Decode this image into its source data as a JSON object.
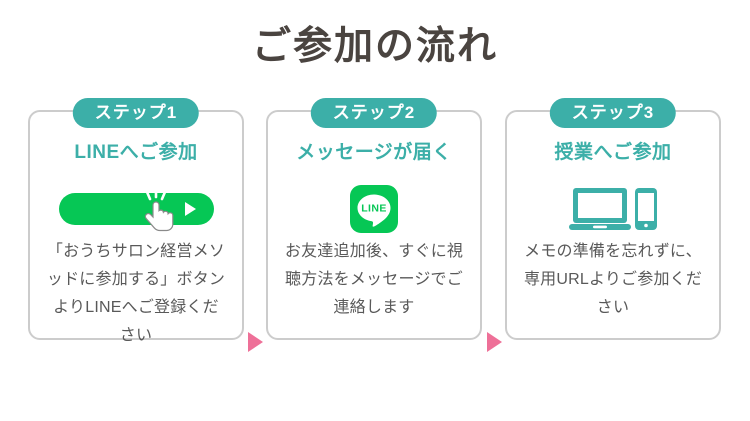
{
  "header": {
    "title": "ご参加の流れ"
  },
  "colors": {
    "teal": "#3cafa8",
    "line_green": "#06c755",
    "pink_arrow": "#ee7098",
    "title_text": "#4a4440",
    "body_text": "#595959",
    "card_border": "#cccccc"
  },
  "steps": [
    {
      "badge": "ステップ1",
      "heading": "LINEへご参加",
      "visual": "line-join-button",
      "body": "「おうちサロン経営メソッドに参加する」ボタンよりLINEへご登録ください"
    },
    {
      "badge": "ステップ2",
      "heading": "メッセージが届く",
      "visual": "line-app-icon",
      "visual_label": "LINE",
      "body": "お友達追加後、すぐに視聴方法をメッセージでご連絡します"
    },
    {
      "badge": "ステップ3",
      "heading": "授業へご参加",
      "visual": "laptop-smartphone-icons",
      "body": "メモの準備を忘れずに、専用URLよりご参加ください"
    }
  ],
  "connectors": [
    {
      "name": "arrow-step1-to-step2"
    },
    {
      "name": "arrow-step2-to-step3"
    }
  ]
}
